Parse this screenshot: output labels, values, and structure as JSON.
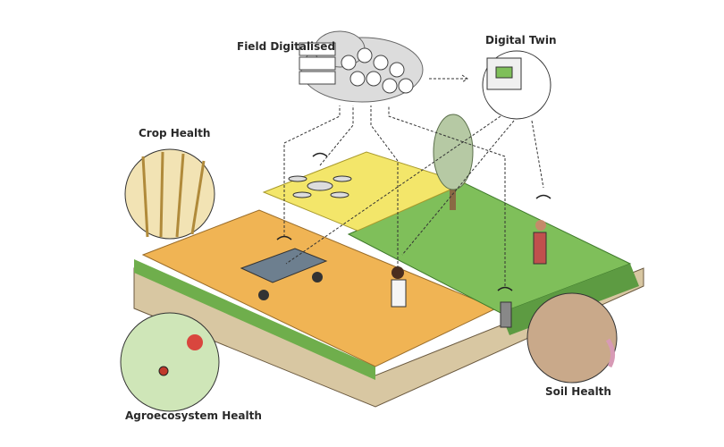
{
  "labels": {
    "field_digitalised": "Field Digitalised",
    "digital_twin": "Digital Twin",
    "crop_health": "Crop Health",
    "agroecosystem_health": "Agroecosystem Health",
    "soil_health": "Soil Health"
  },
  "colors": {
    "wheat_field": "#f0b454",
    "yellow_field": "#f3e66a",
    "green_field": "#7fbf5a",
    "soil": "#c9b48f",
    "cloud": "#dcdcdc"
  }
}
